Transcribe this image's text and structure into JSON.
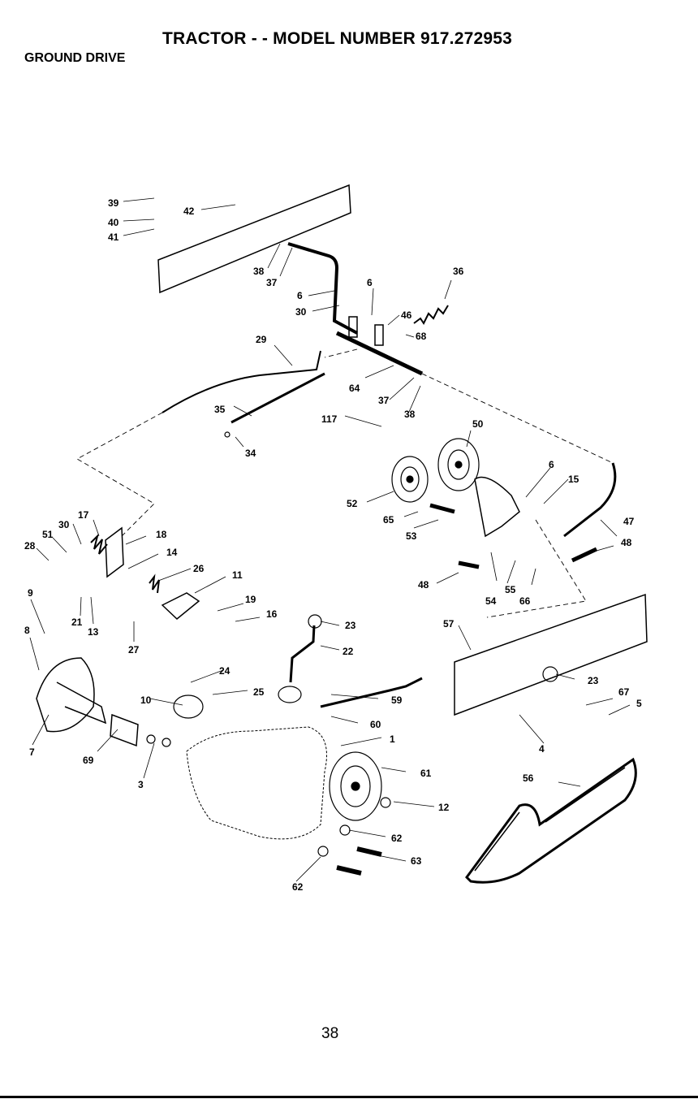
{
  "header": {
    "title": "TRACTOR - - MODEL NUMBER 917.272953",
    "section": "GROUND DRIVE"
  },
  "page_number": "38",
  "callouts": [
    "39",
    "40",
    "41",
    "42",
    "38",
    "37",
    "36",
    "6",
    "6",
    "30",
    "46",
    "68",
    "29",
    "64",
    "37",
    "38",
    "35",
    "34",
    "117",
    "50",
    "6",
    "15",
    "52",
    "65",
    "53",
    "47",
    "48",
    "48",
    "55",
    "66",
    "54",
    "30",
    "17",
    "51",
    "28",
    "18",
    "14",
    "26",
    "11",
    "9",
    "21",
    "13",
    "19",
    "16",
    "8",
    "27",
    "23",
    "22",
    "57",
    "24",
    "25",
    "10",
    "59",
    "23",
    "67",
    "5",
    "60",
    "1",
    "7",
    "69",
    "3",
    "4",
    "61",
    "56",
    "12",
    "62",
    "63",
    "62"
  ]
}
